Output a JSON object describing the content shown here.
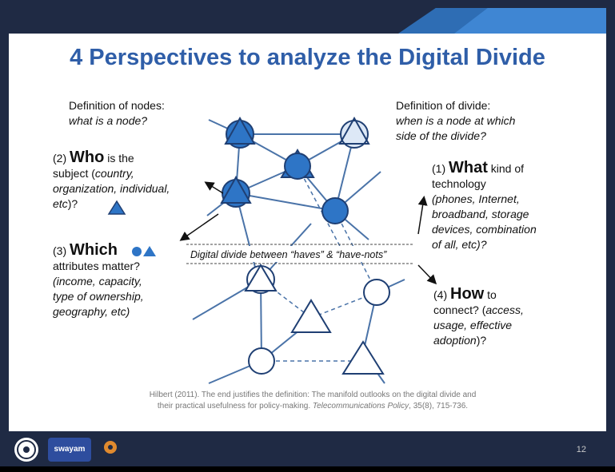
{
  "slide": {
    "title": "4 Perspectives to analyze the Digital Divide",
    "nodes_def": {
      "line1": "Definition of nodes:",
      "line2": "what is a node?"
    },
    "divide_def": {
      "line1": "Definition of divide:",
      "line2": "when is a node at which",
      "line3": "side of the divide?"
    },
    "who": {
      "num": "(2) ",
      "key": "Who",
      "rest": " is the",
      "line2a": "subject (",
      "line2b": "country,",
      "line3": "organization, individual,",
      "line4": "etc",
      "line4b": ")?"
    },
    "which": {
      "num": "(3) ",
      "key": "Which",
      "line2": "attributes matter?",
      "line3": "(income, capacity,",
      "line4": "type of ownership,",
      "line5": "geography, etc)"
    },
    "what": {
      "num": "(1) ",
      "key": "What",
      "rest": " kind of",
      "line2": "technology",
      "line3": "(phones, Internet,",
      "line4": "broadband, storage",
      "line5": "devices, combination",
      "line6": "of all, etc)?"
    },
    "how": {
      "num": "(4) ",
      "key": "How",
      "rest": " to",
      "line2a": "connect? (",
      "line2b": "access,",
      "line3": "usage, effective",
      "line4": "adoption",
      "line4b": ")?"
    },
    "divide_label": "Digital divide between “haves” & “have-nots”",
    "citation": {
      "line1": "Hilbert (2011). The end justifies the definition: The manifold outlooks on the digital divide and",
      "line2a": "their practical usefulness for policy-making. ",
      "line2b": "Telecommunications Policy",
      "line2c": ", 35(8), 715-736."
    },
    "page_number": "12"
  },
  "footer": {
    "logos": [
      "swayam",
      "nptel"
    ],
    "swayam_text": "swayam"
  },
  "colors": {
    "title": "#2f5ea8",
    "node_fill": "#2e75c6",
    "node_stroke": "#1f3f73",
    "edge": "#4a73a8"
  }
}
